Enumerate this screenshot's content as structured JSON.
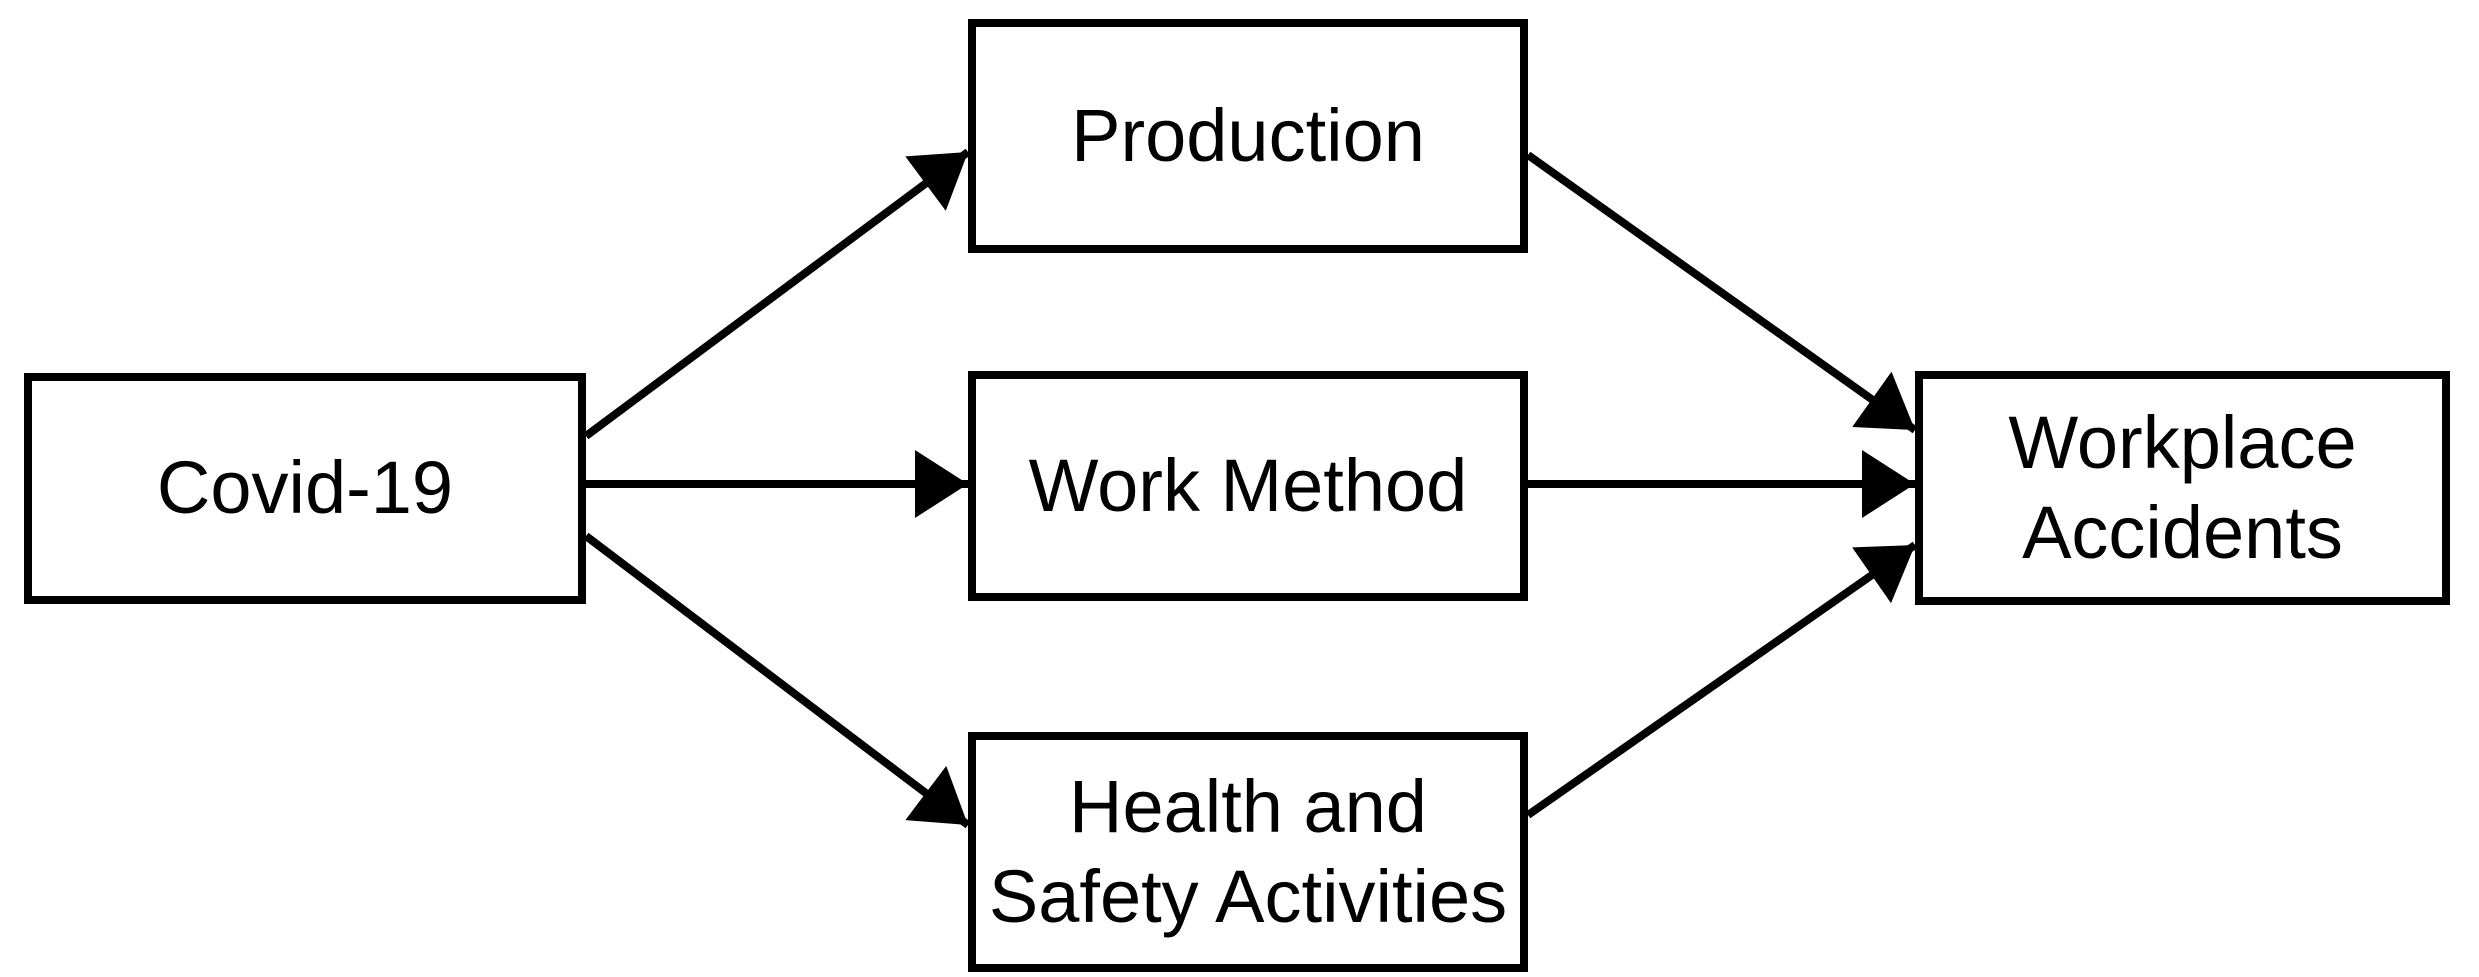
{
  "diagram": {
    "type": "path-model",
    "background_color": "#ffffff",
    "node_fill_color": "#ffffff",
    "node_border_color": "#000000",
    "text_color": "#000000",
    "arrow_color": "#000000"
  },
  "nodes": {
    "covid": {
      "label": "Covid-19",
      "lines": [
        "Covid-19"
      ]
    },
    "production": {
      "label": "Production",
      "lines": [
        "Production"
      ]
    },
    "work_method": {
      "label": "Work Method",
      "lines": [
        "Work Method"
      ]
    },
    "health_safety": {
      "label": "Health and Safety Activities",
      "lines": [
        "Health and",
        "Safety Activities"
      ]
    },
    "workplace_accidents": {
      "label": "Workplace Accidents",
      "lines": [
        "Workplace",
        "Accidents"
      ]
    }
  },
  "edges": [
    {
      "from": "Covid-19",
      "to": "Production"
    },
    {
      "from": "Covid-19",
      "to": "Work Method"
    },
    {
      "from": "Covid-19",
      "to": "Health and Safety Activities"
    },
    {
      "from": "Production",
      "to": "Workplace Accidents"
    },
    {
      "from": "Work Method",
      "to": "Workplace Accidents"
    },
    {
      "from": "Health and Safety Activities",
      "to": "Workplace Accidents"
    }
  ]
}
